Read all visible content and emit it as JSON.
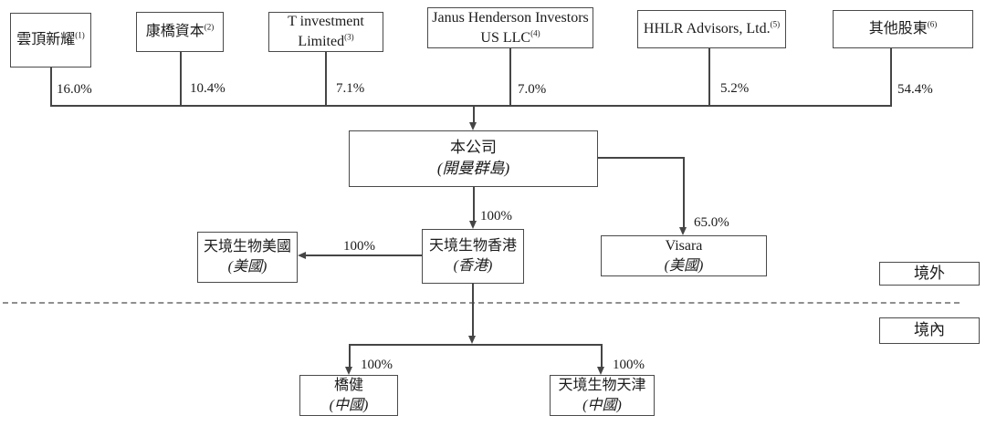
{
  "colors": {
    "line": "#454545",
    "box-border": "#4a4a4a",
    "text": "#1b1b1b",
    "dashed": "#8f8f8f",
    "bg": "#ffffff"
  },
  "shareholders": [
    {
      "name": "雲頂新耀",
      "footnote": "(1)",
      "percent": "16.0%"
    },
    {
      "name": "康橋資本",
      "footnote": "(2)",
      "percent": "10.4%"
    },
    {
      "name": "T investment Limited",
      "footnote": "(3)",
      "percent": "7.1%"
    },
    {
      "name": "Janus Henderson Investors US LLC",
      "footnote": "(4)",
      "percent": "7.0%"
    },
    {
      "name": "HHLR Advisors, Ltd.",
      "footnote": "(5)",
      "percent": "5.2%"
    },
    {
      "name": "其他股東",
      "footnote": "(6)",
      "percent": "54.4%"
    }
  ],
  "company": {
    "name": "本公司",
    "location": "(開曼群島)"
  },
  "subsidiaries": {
    "hk": {
      "name": "天境生物香港",
      "location": "(香港)",
      "percent": "100%"
    },
    "us": {
      "name": "天境生物美國",
      "location": "(美國)",
      "percent": "100%"
    },
    "visara": {
      "name": "Visara",
      "location": "(美國)",
      "percent": "65.0%"
    },
    "qiaojian": {
      "name": "橋健",
      "location": "(中國)",
      "percent": "100%"
    },
    "tianjin": {
      "name": "天境生物天津",
      "location": "(中國)",
      "percent": "100%"
    }
  },
  "regions": {
    "offshore": "境外",
    "onshore": "境內"
  }
}
